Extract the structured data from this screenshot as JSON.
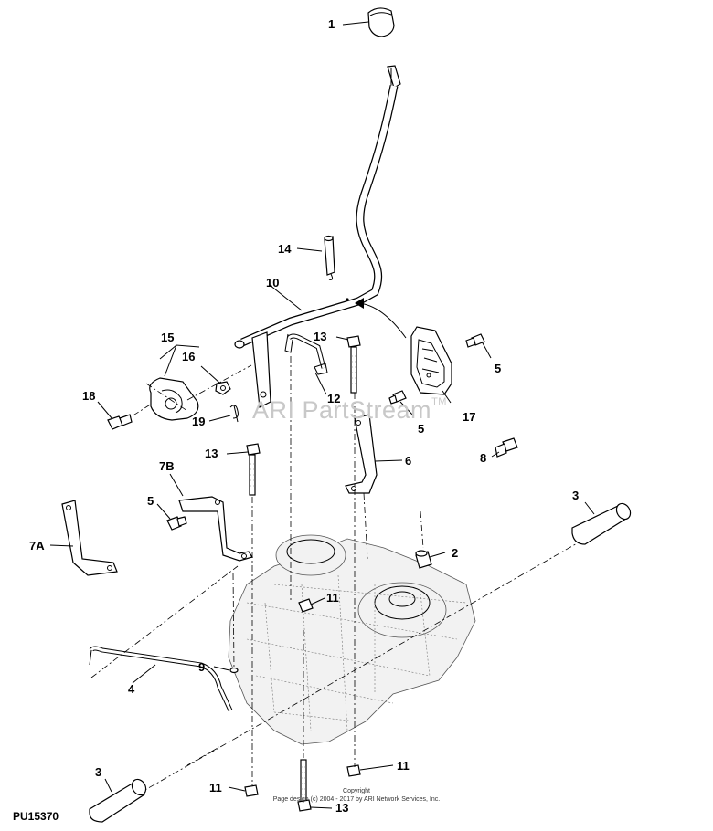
{
  "callouts": [
    {
      "id": "c1",
      "label": "1"
    },
    {
      "id": "c14",
      "label": "14"
    },
    {
      "id": "c10",
      "label": "10"
    },
    {
      "id": "c13a",
      "label": "13"
    },
    {
      "id": "c15",
      "label": "15"
    },
    {
      "id": "c16",
      "label": "16"
    },
    {
      "id": "c18",
      "label": "18"
    },
    {
      "id": "c19",
      "label": "19"
    },
    {
      "id": "c12",
      "label": "12"
    },
    {
      "id": "c5a",
      "label": "5"
    },
    {
      "id": "c17",
      "label": "17"
    },
    {
      "id": "c5b",
      "label": "5"
    },
    {
      "id": "c8",
      "label": "8"
    },
    {
      "id": "c13b",
      "label": "13"
    },
    {
      "id": "c7b",
      "label": "7B"
    },
    {
      "id": "c6",
      "label": "6"
    },
    {
      "id": "c5c",
      "label": "5"
    },
    {
      "id": "c7a",
      "label": "7A"
    },
    {
      "id": "c3a",
      "label": "3"
    },
    {
      "id": "c2",
      "label": "2"
    },
    {
      "id": "c11a",
      "label": "11"
    },
    {
      "id": "c9",
      "label": "9"
    },
    {
      "id": "c4",
      "label": "4"
    },
    {
      "id": "c11b",
      "label": "11"
    },
    {
      "id": "c3b",
      "label": "3"
    },
    {
      "id": "c11c",
      "label": "11"
    },
    {
      "id": "c13c",
      "label": "13"
    }
  ],
  "watermark": {
    "text": "ARI PartStream",
    "tm": "TM"
  },
  "copyright": {
    "line1": "Copyright",
    "line2": "Page design (c) 2004 - 2017 by ARI Network Services, Inc."
  },
  "figure_id": "PU15370"
}
